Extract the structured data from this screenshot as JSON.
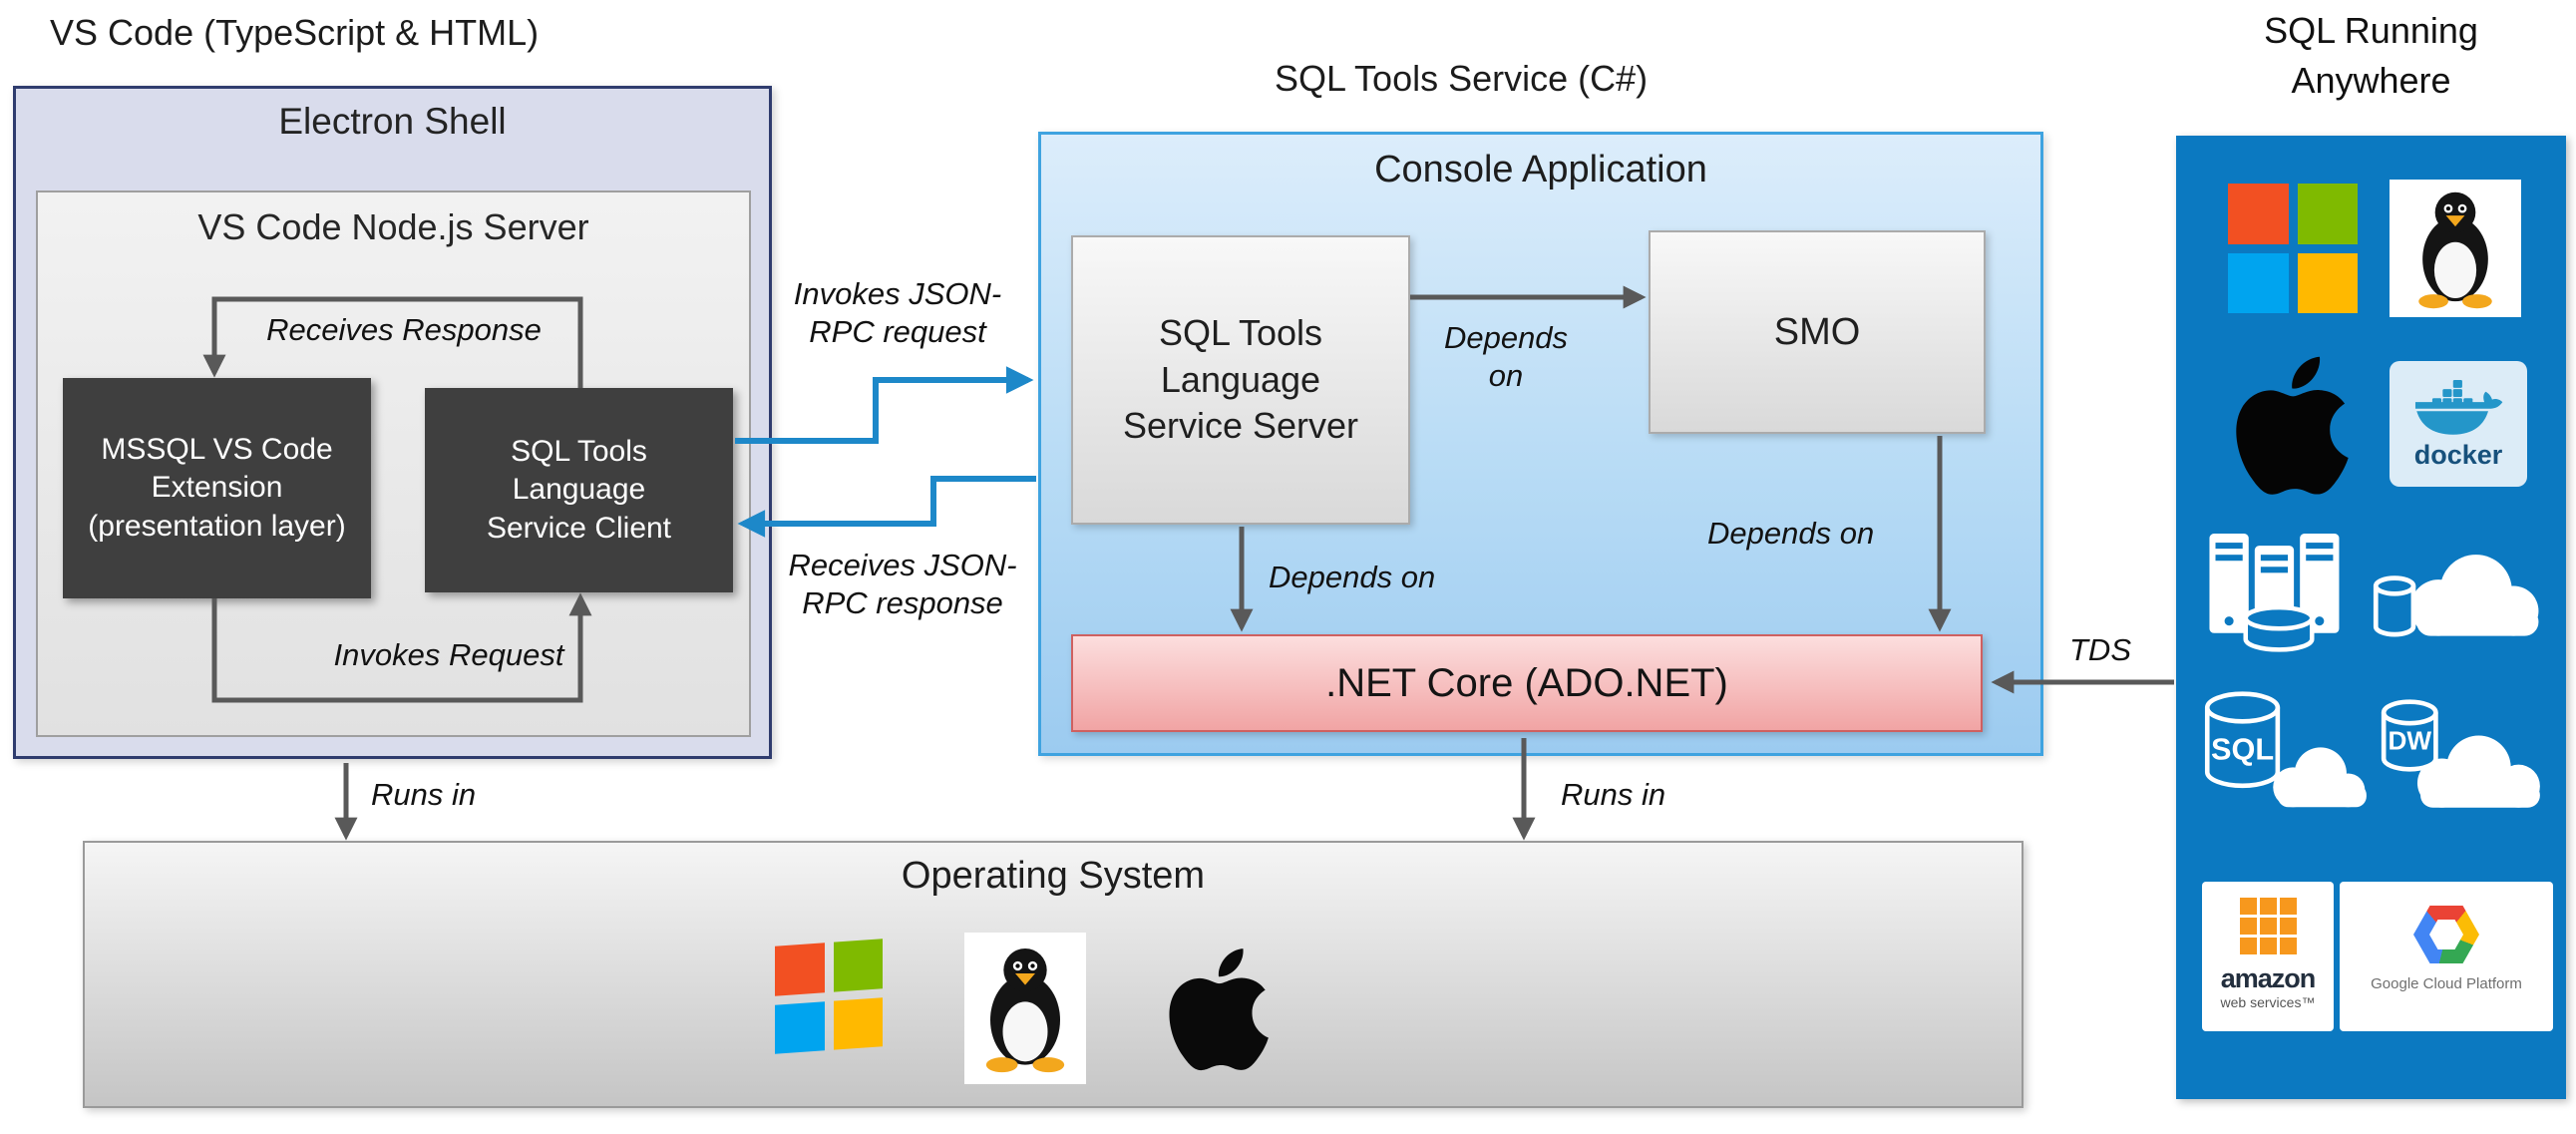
{
  "sections": {
    "vscode": "VS Code (TypeScript & HTML)",
    "sqltools": "SQL Tools Service (C#)"
  },
  "electron_shell": {
    "title": "Electron Shell",
    "node_server_title": "VS Code Node.js Server",
    "mssql_extension": "MSSQL VS Code Extension (presentation layer)",
    "service_client": "SQL Tools Language Service Client"
  },
  "console_application": {
    "title": "Console Application",
    "service_server": "SQL Tools Language Service Server",
    "smo": "SMO",
    "net_core": ".NET Core (ADO.NET)"
  },
  "operating_system": {
    "title": "Operating System",
    "platform_icons": [
      "windows",
      "linux",
      "apple"
    ]
  },
  "right_panel": {
    "title": "SQL Running Anywhere",
    "icons": [
      "windows",
      "linux",
      "apple",
      "docker",
      "sql-server-stack",
      "cloud-database",
      "sql-database-cloud",
      "data-warehouse-cloud",
      "amazon-web-services",
      "google-cloud-platform"
    ],
    "docker_text": "docker",
    "sql_db_text": "SQL",
    "dw_db_text": "DW",
    "aws_text": "amazon",
    "aws_subtext": "web services™",
    "gcp_text": "Google Cloud Platform"
  },
  "flow_labels": {
    "receives_response": "Receives Response",
    "invokes_request": "Invokes Request",
    "invokes_jsonrpc": "Invokes JSON-RPC request",
    "receives_jsonrpc": "Receives JSON-RPC response",
    "depends_server_smo": "Depends on",
    "depends_server_net": "Depends on",
    "depends_smo_net": "Depends on",
    "runs_in_left": "Runs in",
    "runs_in_right": "Runs in",
    "tds": "TDS"
  },
  "colors": {
    "arrow_gray": "#595959",
    "arrow_blue": "#1d88c9",
    "electron_fill": "#d9dcec",
    "electron_border": "#2f3c6e",
    "console_border": "#3fa3e0",
    "net_core_fill": "#f5b8b8",
    "net_core_border": "#cf6060",
    "dark_box_fill": "#3f3f3f",
    "panel_blue": "#0b79c1"
  }
}
